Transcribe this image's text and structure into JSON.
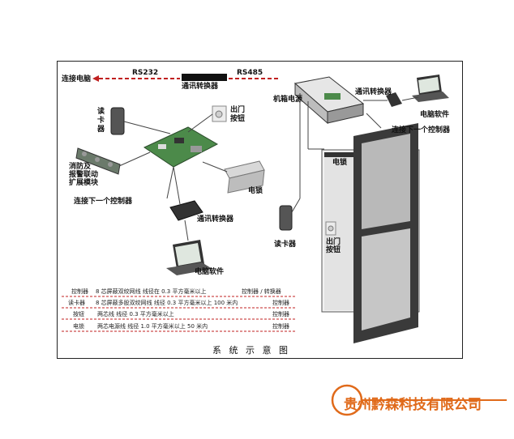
{
  "diagram": {
    "caption": "系 统 示 意 图",
    "top_link": {
      "left_label": "连接电脑",
      "rs232": "RS232",
      "rs485": "RS485",
      "converter": "通讯转换器"
    },
    "left_labels": {
      "card_reader": "读卡器",
      "exit_button_1": "出门",
      "exit_button_2": "按钮",
      "fire_1": "消防及",
      "fire_2": "报警联动",
      "fire_3": "扩展模块",
      "lock": "电锁",
      "next_controller": "连接下一个控制器",
      "converter2": "通讯转换器",
      "pc_software": "电脑软件"
    },
    "right_labels": {
      "chassis_power": "机箱电源",
      "converter": "通讯转换器",
      "pc_software": "电脑软件",
      "next_controller": "连接下一个控制器",
      "lock": "电锁",
      "card_reader": "读卡器",
      "exit_button_1": "出门",
      "exit_button_2": "按钮"
    },
    "wiring_table": [
      {
        "device": "控制器",
        "spec": "8 芯屏蔽双绞网线  线径在 0.3 平方毫米以上",
        "target": "控制器 / 转换器"
      },
      {
        "device": "读卡器",
        "spec": "8 芯屏蔽多股双绞网线  线径 0.3 平方毫米以上  100 米内",
        "target": "控制器"
      },
      {
        "device": "按钮",
        "spec": "两芯线  线径 0.3 平方毫米以上",
        "target": "控制器"
      },
      {
        "device": "电锁",
        "spec": "两芯电源线  线径 1.0 平方毫米以上  50 米内",
        "target": "控制器"
      }
    ]
  },
  "brand": {
    "company": "贵州黔森科技有限公司"
  },
  "colors": {
    "dash_red": "#c02020",
    "brand_orange": "#e06a1a",
    "door_frame": "#3a3a3a",
    "door_glass": "#b9b9b9"
  }
}
